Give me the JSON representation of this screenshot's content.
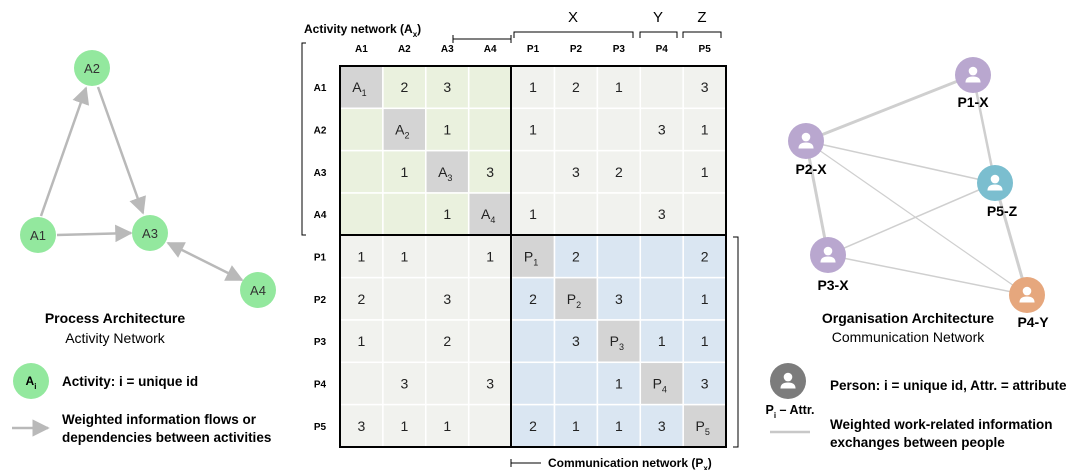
{
  "colors": {
    "activity_node": "#93e89e",
    "activity_node_stroke": "#7fd58b",
    "flow_arrow": "#b9b9b9",
    "person_purple": "#b9a7cf",
    "person_teal": "#7bbecf",
    "person_orange": "#e6a77d",
    "person_gray": "#7c7c7c",
    "cell_green": "#eaf1de",
    "cell_blue": "#dae6f2",
    "cell_plain": "#f1f2ee",
    "cell_diag": "#d4d4d4",
    "grid_line": "#ffffff",
    "block_border": "#000000"
  },
  "process": {
    "title": "Process Architecture",
    "subtitle": "Activity Network",
    "nodes": [
      {
        "id": "A1",
        "label": "A1"
      },
      {
        "id": "A2",
        "label": "A2"
      },
      {
        "id": "A3",
        "label": "A3"
      },
      {
        "id": "A4",
        "label": "A4"
      }
    ],
    "edges": [
      {
        "from": "A1",
        "to": "A2"
      },
      {
        "from": "A1",
        "to": "A3"
      },
      {
        "from": "A2",
        "to": "A3"
      },
      {
        "from": "A4",
        "to": "A3"
      }
    ]
  },
  "matrix": {
    "top_label": "Activity network (A",
    "top_label_sub": "x",
    "top_label_end": ")",
    "bottom_label": "Communication network (P",
    "bottom_label_sub": "x",
    "bottom_label_end": ")",
    "groups": [
      "X",
      "Y",
      "Z"
    ],
    "col_headers": [
      "A1",
      "A2",
      "A3",
      "A4",
      "P1",
      "P2",
      "P3",
      "P4",
      "P5"
    ],
    "row_headers": [
      "A1",
      "A2",
      "A3",
      "A4",
      "P1",
      "P2",
      "P3",
      "P4",
      "P5"
    ],
    "diagonal": [
      {
        "base": "A",
        "sub": "1"
      },
      {
        "base": "A",
        "sub": "2"
      },
      {
        "base": "A",
        "sub": "3"
      },
      {
        "base": "A",
        "sub": "4"
      },
      {
        "base": "P",
        "sub": "1"
      },
      {
        "base": "P",
        "sub": "2"
      },
      {
        "base": "P",
        "sub": "3"
      },
      {
        "base": "P",
        "sub": "4"
      },
      {
        "base": "P",
        "sub": "5"
      }
    ],
    "values": [
      [
        "",
        "2",
        "3",
        "",
        "1",
        "2",
        "1",
        "",
        "3"
      ],
      [
        "",
        "",
        "1",
        "",
        "1",
        "",
        "",
        "3",
        "1"
      ],
      [
        "",
        "1",
        "",
        "3",
        "",
        "3",
        "2",
        "",
        "1"
      ],
      [
        "",
        "",
        "1",
        "",
        "1",
        "",
        "",
        "3",
        ""
      ],
      [
        "1",
        "1",
        "",
        "1",
        "",
        "2",
        "",
        "",
        "2"
      ],
      [
        "2",
        "",
        "3",
        "",
        "2",
        "",
        "3",
        "",
        "1"
      ],
      [
        "1",
        "",
        "2",
        "",
        "",
        "3",
        "",
        "1",
        "1"
      ],
      [
        "",
        "3",
        "",
        "3",
        "",
        "",
        "1",
        "",
        "3"
      ],
      [
        "3",
        "1",
        "1",
        "",
        "2",
        "1",
        "1",
        "3",
        ""
      ]
    ]
  },
  "organisation": {
    "title": "Organisation Architecture",
    "subtitle": "Communication Network",
    "people": [
      {
        "id": "P1",
        "label": "P1-X",
        "color": "purple"
      },
      {
        "id": "P2",
        "label": "P2-X",
        "color": "purple"
      },
      {
        "id": "P3",
        "label": "P3-X",
        "color": "purple"
      },
      {
        "id": "P4",
        "label": "P4-Y",
        "color": "orange"
      },
      {
        "id": "P5",
        "label": "P5-Z",
        "color": "teal"
      }
    ],
    "links": [
      {
        "from": "P1",
        "to": "P2"
      },
      {
        "from": "P1",
        "to": "P5"
      },
      {
        "from": "P2",
        "to": "P3"
      },
      {
        "from": "P2",
        "to": "P5"
      },
      {
        "from": "P2",
        "to": "P4"
      },
      {
        "from": "P3",
        "to": "P5"
      },
      {
        "from": "P3",
        "to": "P4"
      },
      {
        "from": "P5",
        "to": "P4"
      }
    ]
  },
  "legend": {
    "activity_icon_base": "A",
    "activity_icon_sub": "i",
    "activity_text": "Activity: i = unique id",
    "flow_text_line1": "Weighted information flows or",
    "flow_text_line2": "dependencies between activities",
    "person_caption_base": "P",
    "person_caption_sub": "i",
    "person_caption_rest": " – Attr.",
    "person_text": "Person: i = unique id, Attr. = attribute",
    "exchange_text_line1": "Weighted work-related information",
    "exchange_text_line2": "exchanges between people"
  }
}
